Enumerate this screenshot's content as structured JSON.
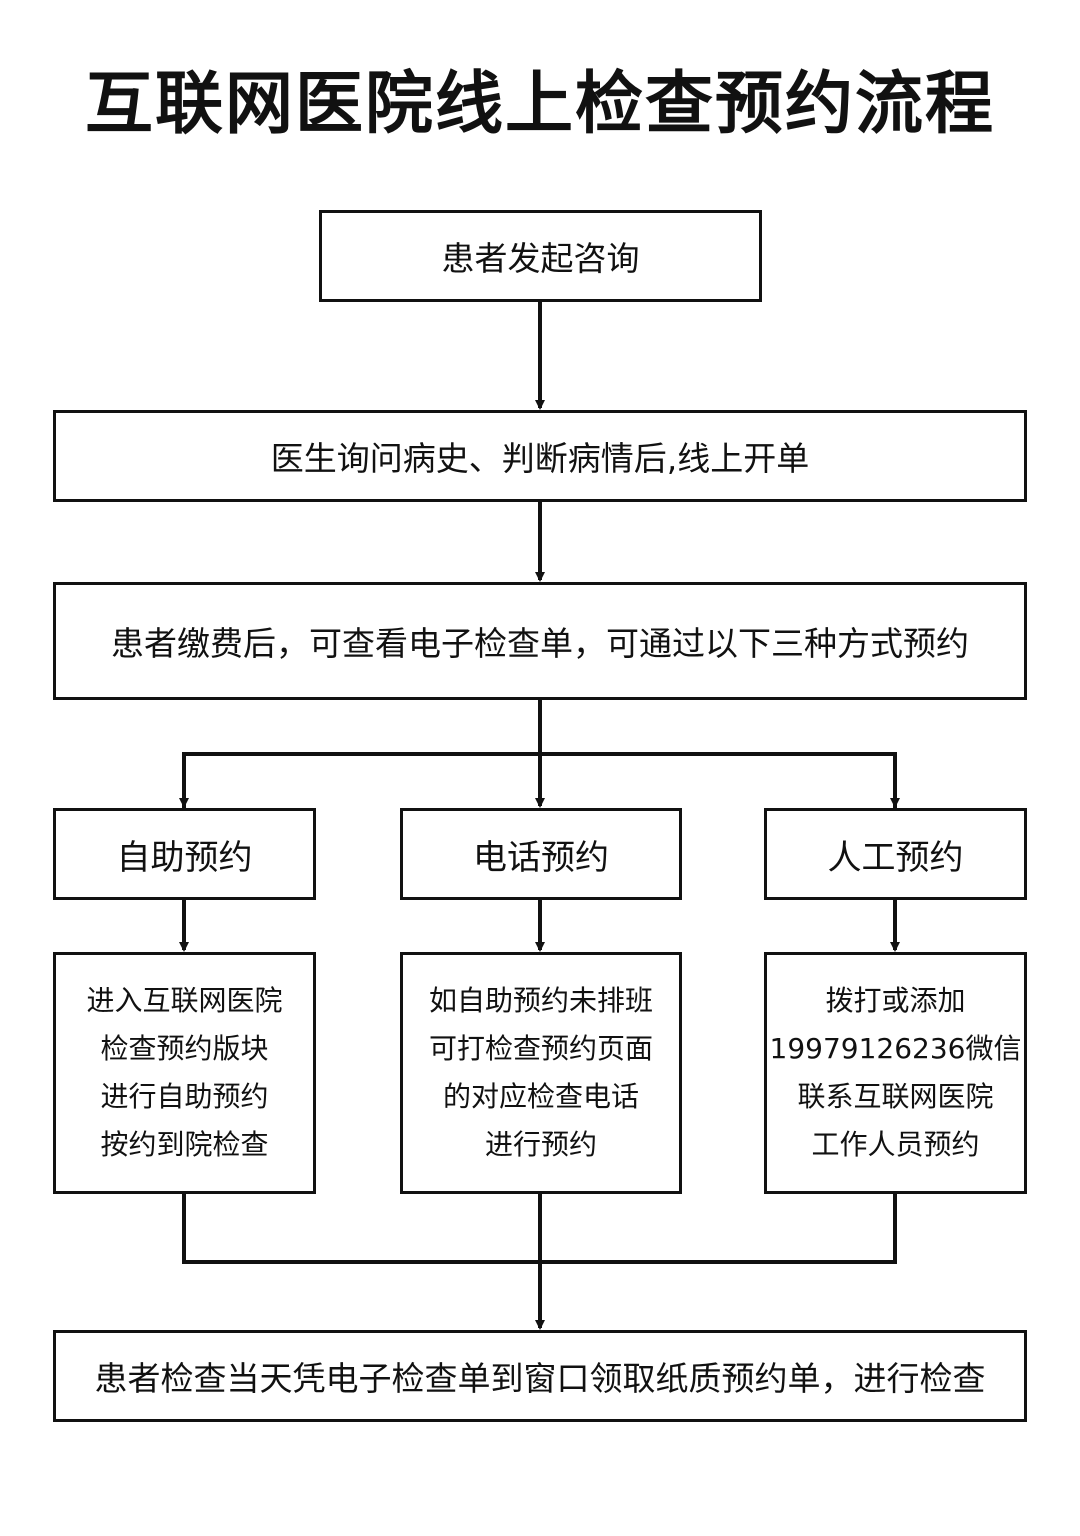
{
  "title": "互联网医院线上检查预约流程",
  "steps": {
    "consult": "患者发起咨询",
    "doctor": "医生询问病史、判断病情后,线上开单",
    "pay": "患者缴费后，可查看电子检查单，可通过以下三种方式预约",
    "final": "患者检查当天凭电子检查单到窗口领取纸质预约单，进行检查"
  },
  "methods": [
    {
      "name": "自助预约",
      "detail": [
        "进入互联网医院",
        "检查预约版块",
        "进行自助预约",
        "按约到院检查"
      ]
    },
    {
      "name": "电话预约",
      "detail": [
        "如自助预约未排班",
        "可打检查预约页面",
        "的对应检查电话",
        "进行预约"
      ]
    },
    {
      "name": "人工预约",
      "detail": [
        "拨打或添加",
        "19979126236微信",
        "联系互联网医院",
        "工作人员预约"
      ]
    }
  ]
}
